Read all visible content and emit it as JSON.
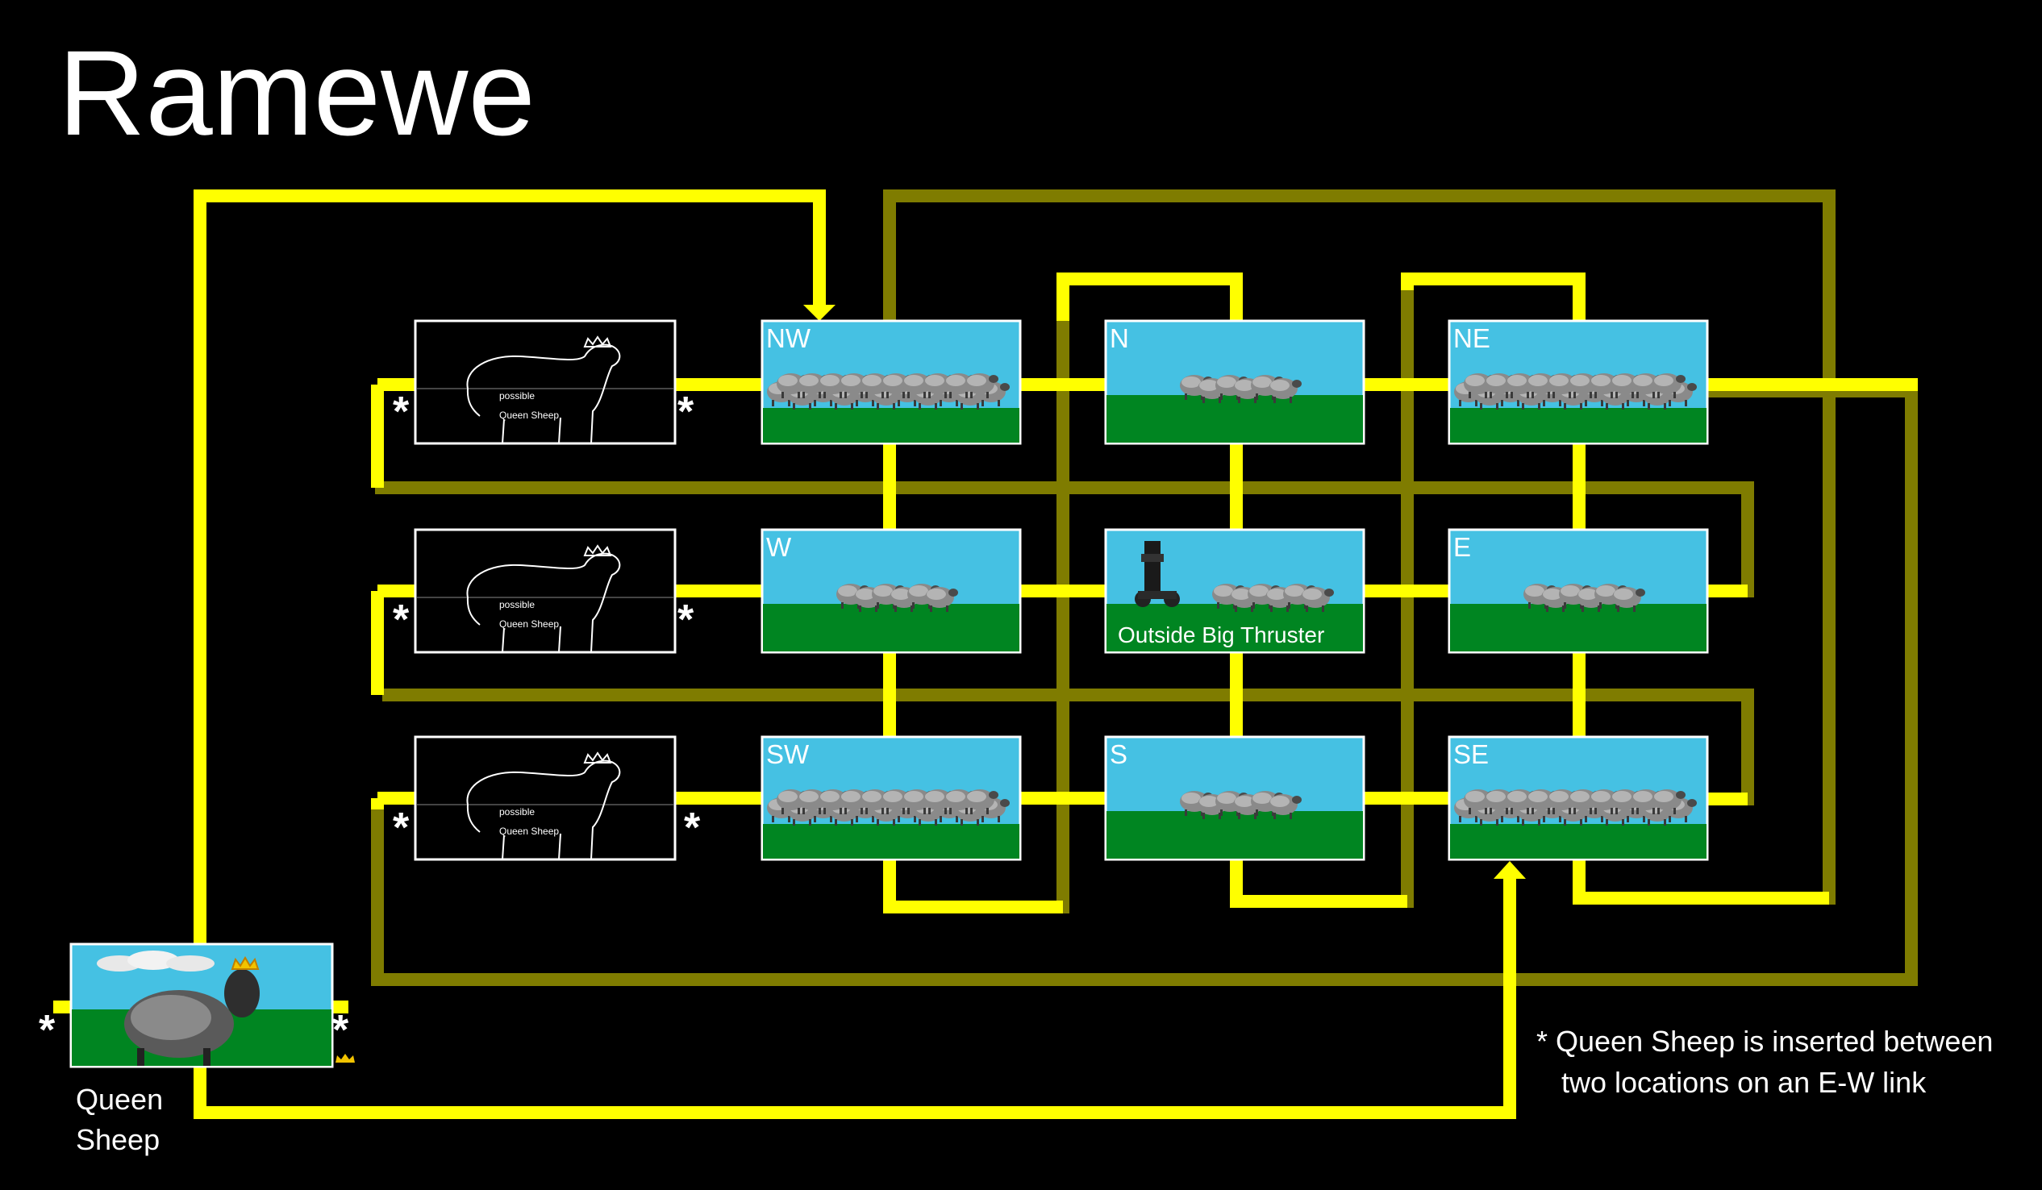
{
  "title": "Ramewe",
  "colors": {
    "background": "#000000",
    "link_bright": "#ffff00",
    "link_dim": "#7f7c00",
    "sky": "#45c1e3",
    "grass": "#008521",
    "tile_border": "#ffffff"
  },
  "locations": [
    {
      "id": "NW",
      "label": "NW",
      "flock": "large"
    },
    {
      "id": "N",
      "label": "N",
      "flock": "small"
    },
    {
      "id": "NE",
      "label": "NE",
      "flock": "large"
    },
    {
      "id": "W",
      "label": "W",
      "flock": "small"
    },
    {
      "id": "C",
      "label": "",
      "caption": "Outside Big Thruster",
      "flock": "small",
      "has_thruster": true
    },
    {
      "id": "E",
      "label": "E",
      "flock": "small"
    },
    {
      "id": "SW",
      "label": "SW",
      "flock": "large"
    },
    {
      "id": "S",
      "label": "S",
      "flock": "small"
    },
    {
      "id": "SE",
      "label": "SE",
      "flock": "large"
    }
  ],
  "possible_queen_tiles": [
    {
      "text_line1": "possible",
      "text_line2": "Queen Sheep"
    },
    {
      "text_line1": "possible",
      "text_line2": "Queen Sheep"
    },
    {
      "text_line1": "possible",
      "text_line2": "Queen Sheep"
    }
  ],
  "queen_sheep": {
    "caption_line1": "Queen",
    "caption_line2": "Sheep"
  },
  "insert_marker": "*",
  "footnote": {
    "line1": "* Queen Sheep is inserted between",
    "line2": "two locations on an E-W link"
  }
}
